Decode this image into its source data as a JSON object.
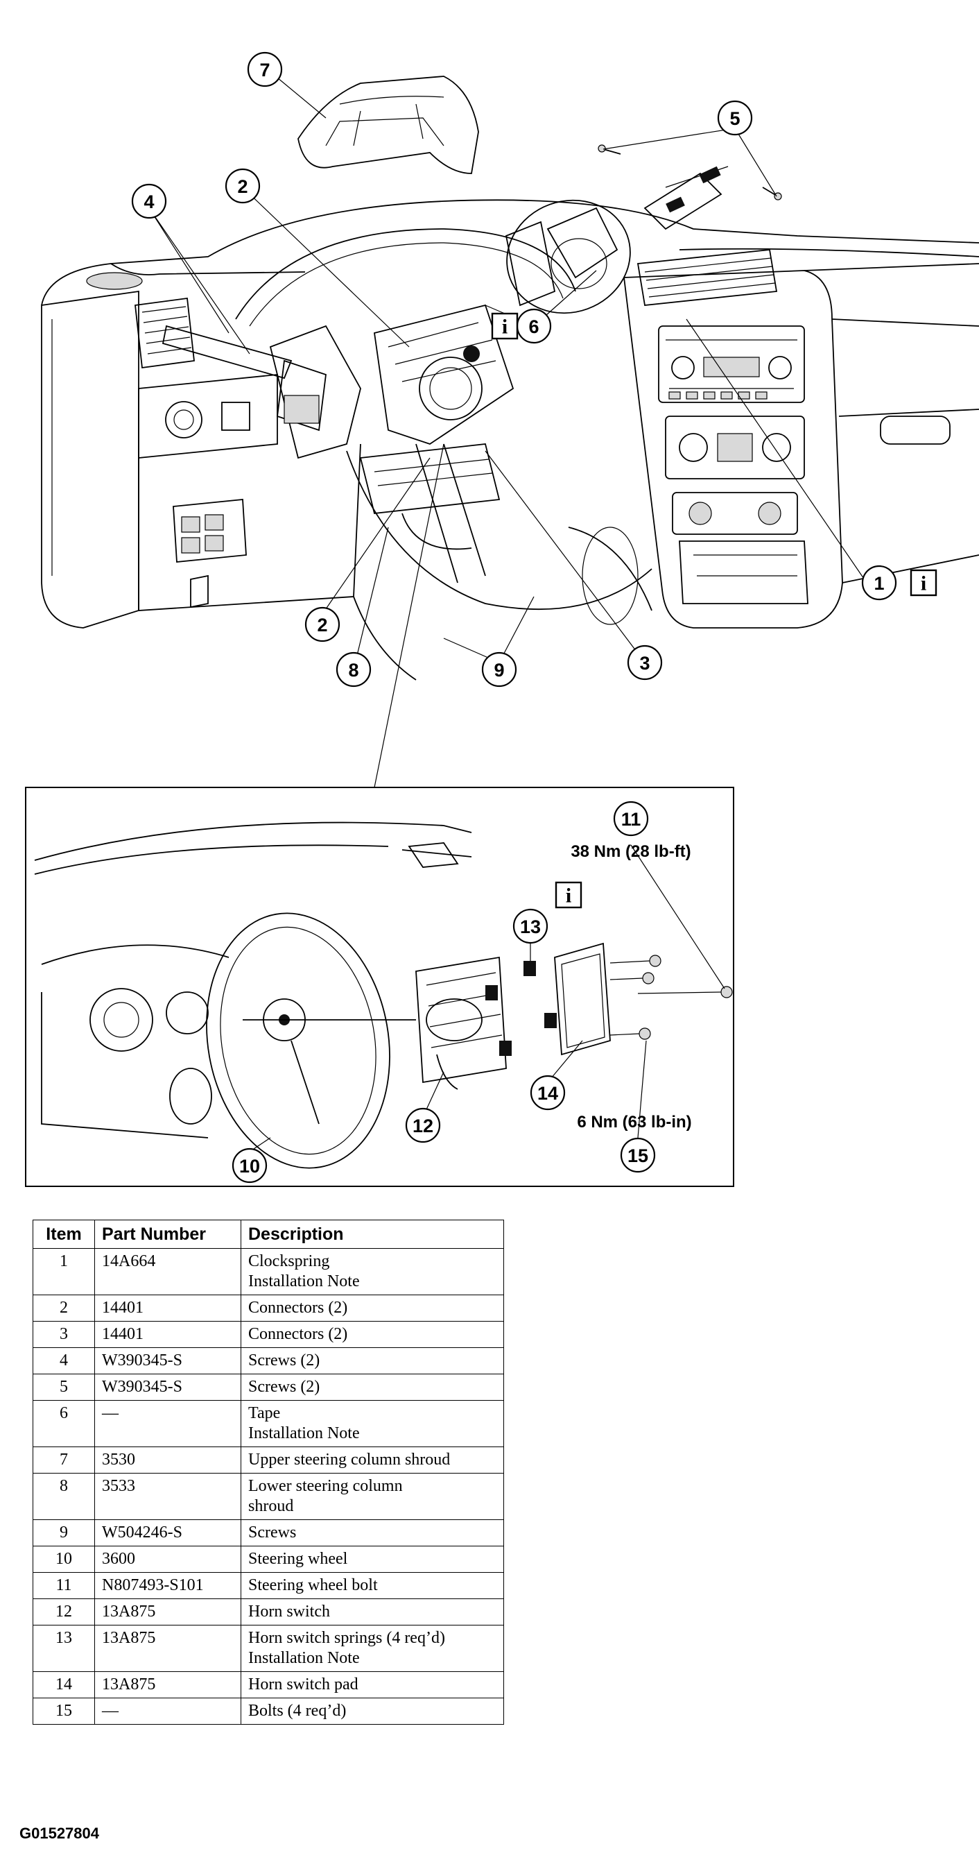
{
  "callouts": {
    "c1": "1",
    "c2a": "2",
    "c2b": "2",
    "c3": "3",
    "c4": "4",
    "c5": "5",
    "c6": "6",
    "c7": "7",
    "c8": "8",
    "c9": "9",
    "c10": "10",
    "c11": "11",
    "c12": "12",
    "c13": "13",
    "c14": "14",
    "c15": "15"
  },
  "info_icon": "i",
  "torque": {
    "bolt_11": "38 Nm (28 lb-ft)",
    "bolt_15": "6 Nm (63 lb-in)"
  },
  "table": {
    "headers": {
      "item": "Item",
      "part": "Part Number",
      "desc": "Description"
    },
    "rows": [
      {
        "item": "1",
        "part": "14A664",
        "desc": [
          "Clockspring",
          "Installation Note"
        ]
      },
      {
        "item": "2",
        "part": "14401",
        "desc": [
          "Connectors (2)"
        ]
      },
      {
        "item": "3",
        "part": "14401",
        "desc": [
          "Connectors (2)"
        ]
      },
      {
        "item": "4",
        "part": "W390345-S",
        "desc": [
          "Screws (2)"
        ]
      },
      {
        "item": "5",
        "part": "W390345-S",
        "desc": [
          "Screws (2)"
        ]
      },
      {
        "item": "6",
        "part": "—",
        "desc": [
          "Tape",
          "Installation Note"
        ]
      },
      {
        "item": "7",
        "part": "3530",
        "desc": [
          "Upper steering column shroud"
        ]
      },
      {
        "item": "8",
        "part": "3533",
        "desc": [
          "Lower steering column",
          "shroud"
        ]
      },
      {
        "item": "9",
        "part": "W504246-S",
        "desc": [
          "Screws"
        ]
      },
      {
        "item": "10",
        "part": "3600",
        "desc": [
          "Steering wheel"
        ]
      },
      {
        "item": "11",
        "part": "N807493-S101",
        "desc": [
          "Steering wheel bolt"
        ]
      },
      {
        "item": "12",
        "part": "13A875",
        "desc": [
          "Horn switch"
        ]
      },
      {
        "item": "13",
        "part": "13A875",
        "desc": [
          "Horn switch springs (4 req’d)",
          "Installation Note"
        ]
      },
      {
        "item": "14",
        "part": "13A875",
        "desc": [
          "Horn switch pad"
        ]
      },
      {
        "item": "15",
        "part": "—",
        "desc": [
          "Bolts (4 req’d)"
        ]
      }
    ]
  },
  "figure_id": "G01527804"
}
